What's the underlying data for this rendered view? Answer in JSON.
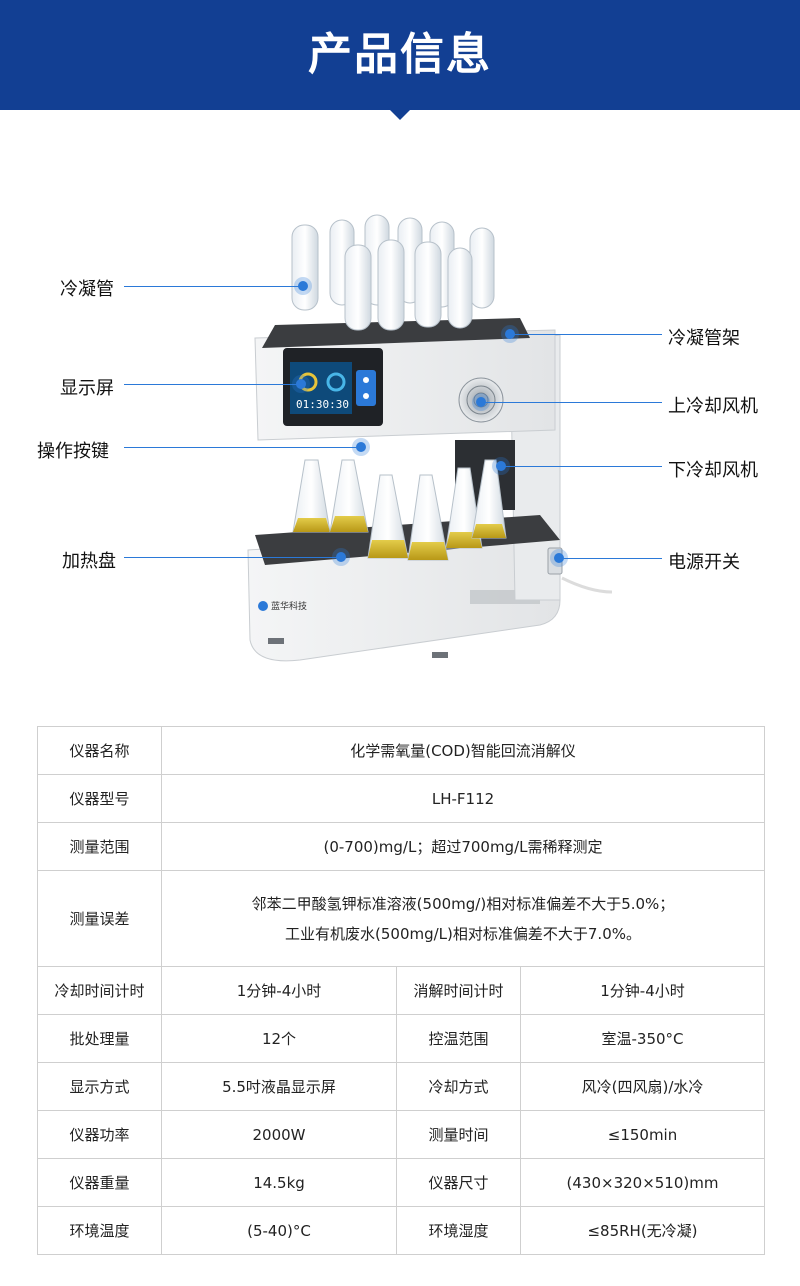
{
  "header": {
    "title": "产品信息"
  },
  "figure": {
    "brand": "蓝华科技",
    "screen_time": "01:30:30",
    "labels": {
      "condenser": "冷凝管",
      "display": "显示屏",
      "keys": "操作按键",
      "heater": "加热盘",
      "condenser_rack": "冷凝管架",
      "upper_fan": "上冷却风机",
      "lower_fan": "下冷却风机",
      "power_switch": "电源开关"
    }
  },
  "specs": {
    "name_label": "仪器名称",
    "name_value": "化学需氧量(COD)智能回流消解仪",
    "model_label": "仪器型号",
    "model_value": "LH-F112",
    "range_label": "测量范围",
    "range_value": "(0-700)mg/L；超过700mg/L需稀释测定",
    "error_label": "测量误差",
    "error_value_1": "邻苯二甲酸氢钾标准溶液(500mg/)相对标准偏差不大于5.0%；",
    "error_value_2": "工业有机废水(500mg/L)相对标准偏差不大于7.0%。",
    "rows": [
      {
        "k1": "冷却时间计时",
        "v1": "1分钟-4小时",
        "k2": "消解时间计时",
        "v2": "1分钟-4小时"
      },
      {
        "k1": "批处理量",
        "v1": "12个",
        "k2": "控温范围",
        "v2": "室温-350°C"
      },
      {
        "k1": "显示方式",
        "v1": "5.5吋液晶显示屏",
        "k2": "冷却方式",
        "v2": "风冷(四风扇)/水冷"
      },
      {
        "k1": "仪器功率",
        "v1": "2000W",
        "k2": "测量时间",
        "v2": "≤150min"
      },
      {
        "k1": "仪器重量",
        "v1": "14.5kg",
        "k2": "仪器尺寸",
        "v2": "(430×320×510)mm"
      },
      {
        "k1": "环境温度",
        "v1": "(5-40)°C",
        "k2": "环境湿度",
        "v2": "≤85RH(无冷凝)"
      }
    ]
  }
}
